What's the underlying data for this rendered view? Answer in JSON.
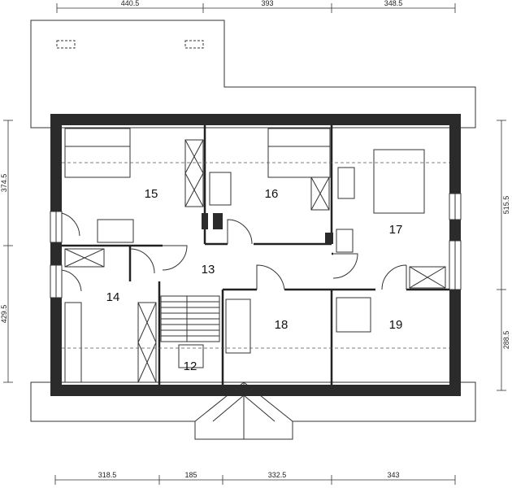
{
  "rooms": {
    "r12": "12",
    "r13": "13",
    "r14": "14",
    "r15": "15",
    "r16": "16",
    "r17": "17",
    "r18": "18",
    "r19": "19"
  },
  "dimensions": {
    "top": [
      "440.5",
      "393",
      "348.5"
    ],
    "bottom": [
      "318.5",
      "185",
      "332.5",
      "343"
    ],
    "left": [
      "374.5",
      "429.5"
    ],
    "right": [
      "515.5",
      "288.5"
    ]
  },
  "colors": {
    "wall": "#2b2b2b",
    "line": "#333333",
    "dash": "#555555"
  }
}
